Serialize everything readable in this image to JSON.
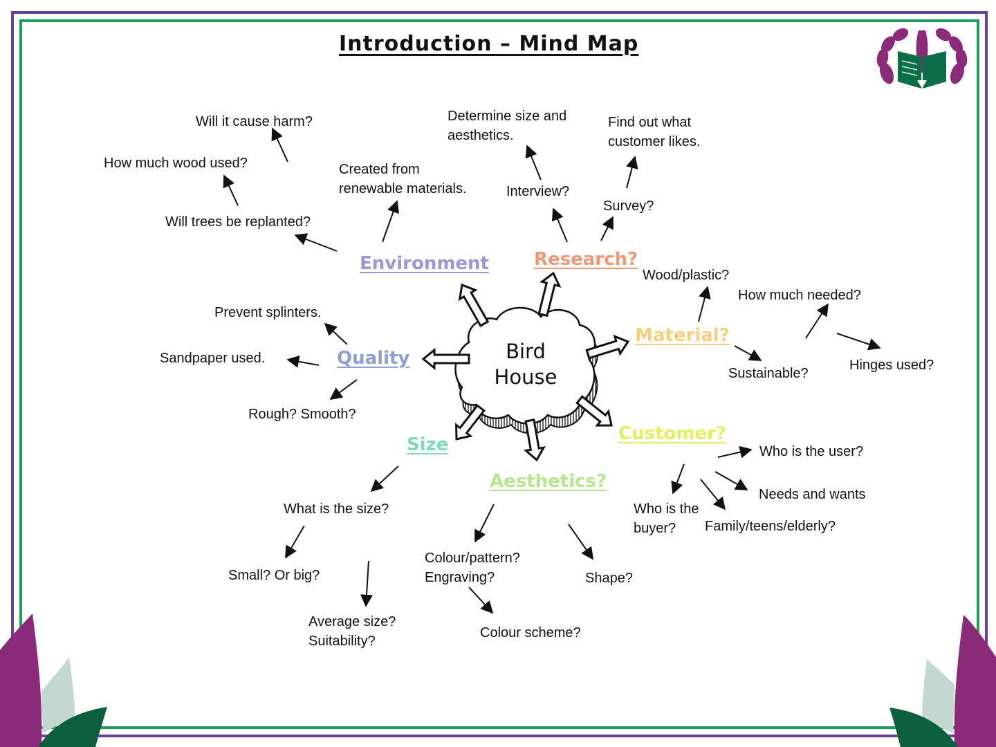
{
  "title": "Introduction – Mind Map",
  "center": {
    "line1": "Bird",
    "line2": "House"
  },
  "branches": {
    "environment": {
      "label": "Environment",
      "color": "#9d95d6"
    },
    "research": {
      "label": "Research?",
      "color": "#ee9a78"
    },
    "material": {
      "label": "Material?",
      "color": "#f5cf7e"
    },
    "quality": {
      "label": "Quality",
      "color": "#8f9fd4"
    },
    "customer": {
      "label": "Customer?",
      "color": "#e3ef5e"
    },
    "size": {
      "label": "Size",
      "color": "#7fd9b9"
    },
    "aesthetics": {
      "label": "Aesthetics?",
      "color": "#b6e68e"
    }
  },
  "notes": {
    "will_it_cause_harm": "Will it cause harm?",
    "how_much_wood": "How much wood used?",
    "trees_replanted": "Will trees be replanted?",
    "created_from_1": "Created from",
    "created_from_2": "renewable materials.",
    "determine_1": "Determine size and",
    "determine_2": "aesthetics.",
    "interview": "Interview?",
    "find_out_1": "Find out what",
    "find_out_2": "customer likes.",
    "survey": "Survey?",
    "wood_plastic": "Wood/plastic?",
    "how_much_needed": "How much needed?",
    "sustainable": "Sustainable?",
    "hinges": "Hinges used?",
    "prevent_splinters": "Prevent splinters.",
    "sandpaper": "Sandpaper used.",
    "rough_smooth": "Rough? Smooth?",
    "who_user": "Who is the user?",
    "needs_wants": "Needs and wants",
    "who_buyer_1": "Who is the",
    "who_buyer_2": "buyer?",
    "family": "Family/teens/elderly?",
    "what_size": "What is the size?",
    "small_big": "Small? Or big?",
    "average_1": "Average size?",
    "average_2": "Suitability?",
    "colour_pattern": "Colour/pattern?",
    "engraving": "Engraving?",
    "shape": "Shape?",
    "colour_scheme": "Colour scheme?"
  },
  "theme": {
    "purple": "#6b3fa0",
    "green": "#1fa05a",
    "leaf_purple": "#8a2a78",
    "leaf_dark_green": "#0b5e3e",
    "leaf_pale": "#c3d8d0"
  }
}
